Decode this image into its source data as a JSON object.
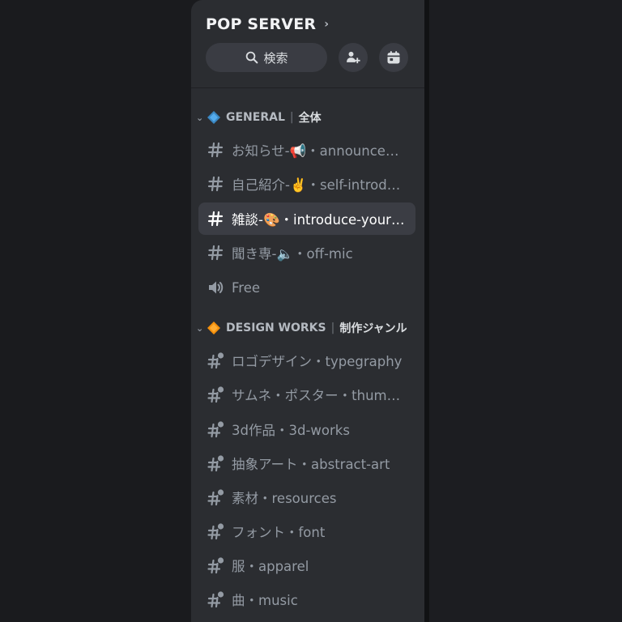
{
  "server": {
    "name": "POP SERVER",
    "search_label": "検索"
  },
  "categories": [
    {
      "label": "GENERAL",
      "label_jp": "全体",
      "gem_color": "#3b88c3",
      "channels": [
        {
          "type": "text",
          "name": "お知らせ-📢・announcements",
          "active": false
        },
        {
          "type": "text",
          "name": "自己紹介-✌️・self-introduction",
          "active": false
        },
        {
          "type": "text",
          "name": "雑談-🎨・introduce-yourself",
          "active": true
        },
        {
          "type": "text",
          "name": "聞き専-🔈・off-mic",
          "active": false
        },
        {
          "type": "voice",
          "name": "Free",
          "active": false
        }
      ]
    },
    {
      "label": "DESIGN WORKS",
      "label_jp": "制作ジャンル",
      "gem_color": "#f4900c",
      "channels": [
        {
          "type": "thread",
          "name": "ロゴデザイン・typegraphy"
        },
        {
          "type": "thread",
          "name": "サムネ・ポスター・thumbnail"
        },
        {
          "type": "thread",
          "name": "3d作品・3d-works"
        },
        {
          "type": "thread",
          "name": "抽象アート・abstract-art"
        },
        {
          "type": "thread",
          "name": "素材・resources"
        },
        {
          "type": "thread",
          "name": "フォント・font"
        },
        {
          "type": "thread",
          "name": "服・apparel"
        },
        {
          "type": "thread",
          "name": "曲・music"
        }
      ]
    }
  ],
  "colors": {
    "sidebar_bg": "#2b2d31",
    "active_bg": "#3b3d44",
    "muted_text": "#949ba4"
  }
}
